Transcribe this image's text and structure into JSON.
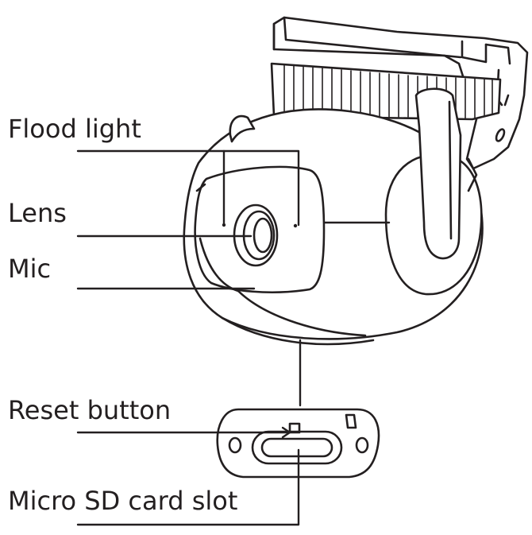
{
  "labels": {
    "flood_light": "Flood light",
    "lens": "Lens",
    "mic": "Mic",
    "reset_button": "Reset button",
    "sd_slot": "Micro SD card slot"
  },
  "colors": {
    "ink": "#231f20",
    "background": "#ffffff"
  }
}
